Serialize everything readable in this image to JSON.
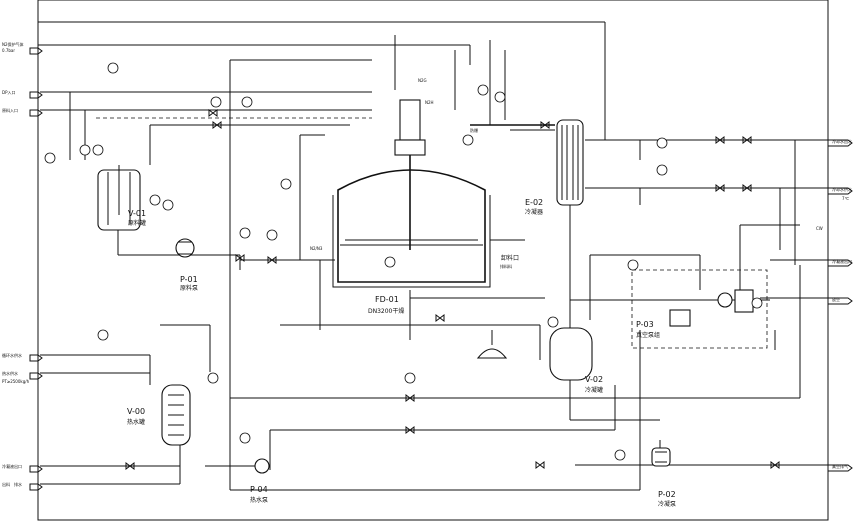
{
  "equipment": {
    "v01": {
      "tag": "V-01",
      "name": "原料罐"
    },
    "p01": {
      "tag": "P-01",
      "name": "原料泵"
    },
    "v00": {
      "tag": "V-00",
      "name": "热水罐"
    },
    "p04": {
      "tag": "P-04",
      "name": "热水泵"
    },
    "fd01": {
      "tag": "FD-01",
      "name": "DN3200干燥"
    },
    "e02": {
      "tag": "E-02",
      "name": "冷凝器"
    },
    "v02": {
      "tag": "V-02",
      "name": "冷凝罐"
    },
    "p03": {
      "tag": "P-03",
      "name": "真空泵组"
    },
    "p02": {
      "tag": "P-02",
      "name": "冷凝泵"
    }
  },
  "streams_left": {
    "s1": "N2保护气体",
    "s1b": "0.7bar",
    "s2": "DP入口",
    "s3": "原料入口",
    "s4": "循环水供水",
    "s5": "热水供水",
    "s5b": "PT≥2500kg/h",
    "s6": "冷凝液出口",
    "s7": "出料",
    "s7b": "排水"
  },
  "streams_right": {
    "r1": "冷却水回水",
    "r2": "冷却水供水",
    "r2b": "7℃",
    "r3": "冷凝液出口",
    "r4": "放空",
    "r5": "真空排气"
  },
  "labels": {
    "discharge": "卸料口",
    "cw": "CW",
    "rupture": "防爆",
    "n_top1": "N2G",
    "n_top2": "N2H",
    "n_mid": "N2/N3",
    "flow_hint": "排料料"
  }
}
